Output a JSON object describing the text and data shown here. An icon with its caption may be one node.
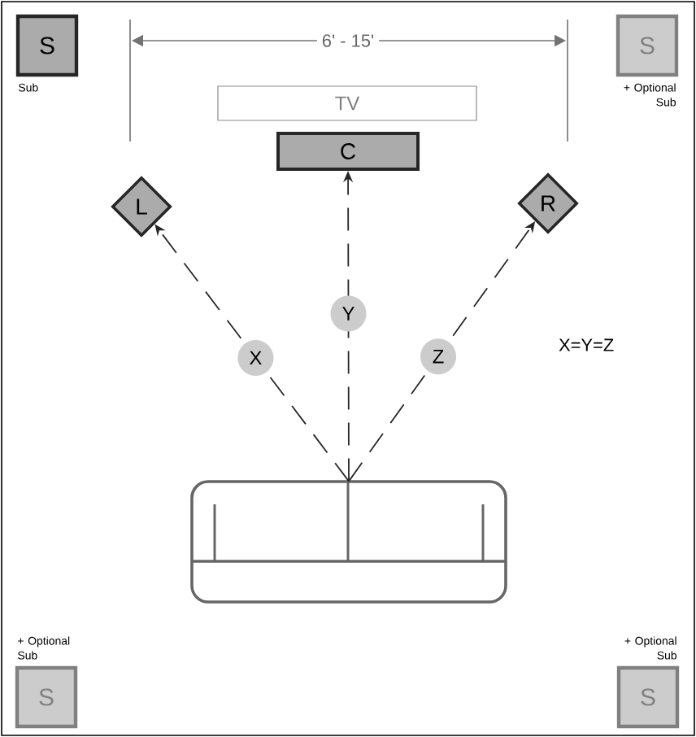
{
  "diagram": {
    "nodes": [
      {
        "text": [
          "S"
        ],
        "beside": [
          "Sub"
        ]
      },
      {
        "text": [
          "S"
        ],
        "beside": [
          "+ Optional Sub"
        ]
      },
      {
        "text": [
          "TV"
        ]
      },
      {
        "text": [
          "C"
        ]
      },
      {
        "text": [
          "L"
        ]
      },
      {
        "text": [
          "R"
        ]
      },
      {
        "text": [],
        "shape": "sofa"
      },
      {
        "text": [
          "S"
        ],
        "beside": [
          "+ Optional Sub"
        ]
      },
      {
        "text": [
          "S"
        ],
        "beside": [
          "+ Optional Sub"
        ]
      }
    ],
    "edges": [
      {
        "from": 6,
        "to": 4,
        "arrow": "to",
        "label": "X",
        "style": "dashed"
      },
      {
        "from": 6,
        "to": 3,
        "arrow": "to",
        "label": "Y",
        "style": "dashed"
      },
      {
        "from": 6,
        "to": 5,
        "arrow": "to",
        "label": "Z",
        "style": "dashed"
      }
    ],
    "labels": [
      "6' - 15'",
      "X=Y=Z"
    ]
  }
}
